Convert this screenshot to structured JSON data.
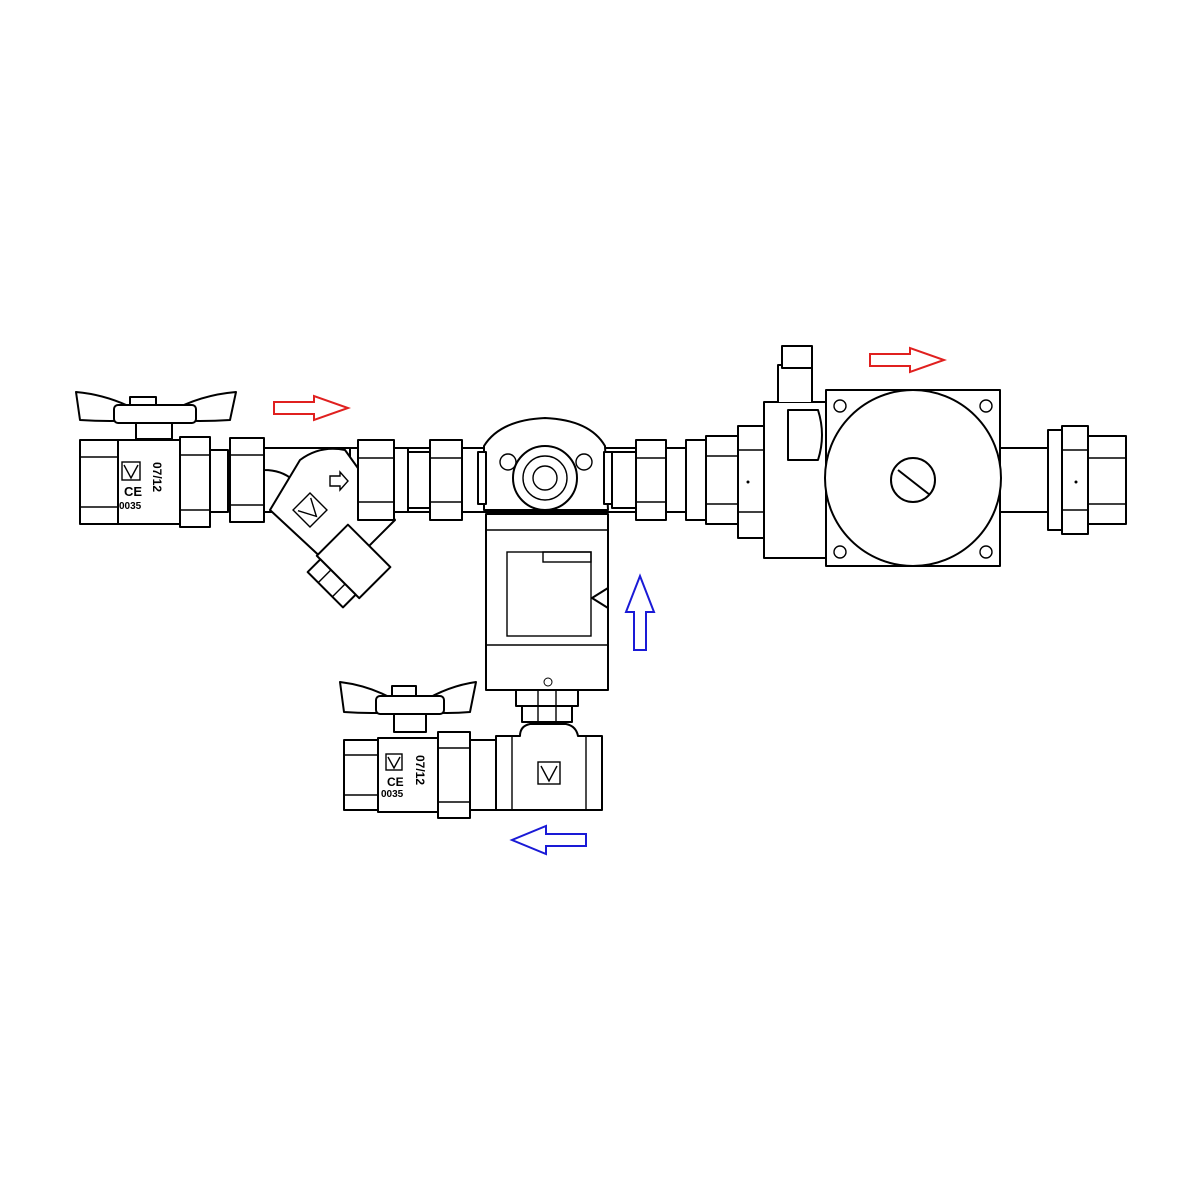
{
  "colors": {
    "supply_arrow": "#e0201f",
    "return_arrow": "#1a1ad6",
    "line": "#000000",
    "background": "#ffffff"
  },
  "labels": {
    "top_valve_date": "07/12",
    "top_valve_cert": "0035",
    "top_valve_ce": "CE",
    "bottom_valve_date": "07/12",
    "bottom_valve_cert": "0035",
    "bottom_valve_ce": "CE"
  },
  "icons": {
    "brand_logo": "v-logo-icon",
    "flow_arrow": "flow-arrow-icon"
  },
  "arrows": [
    {
      "name": "supply-arrow-left",
      "direction": "right",
      "color": "supply_arrow"
    },
    {
      "name": "supply-arrow-right",
      "direction": "right",
      "color": "supply_arrow"
    },
    {
      "name": "return-arrow-up",
      "direction": "up",
      "color": "return_arrow"
    },
    {
      "name": "return-arrow-left",
      "direction": "left",
      "color": "return_arrow"
    }
  ]
}
